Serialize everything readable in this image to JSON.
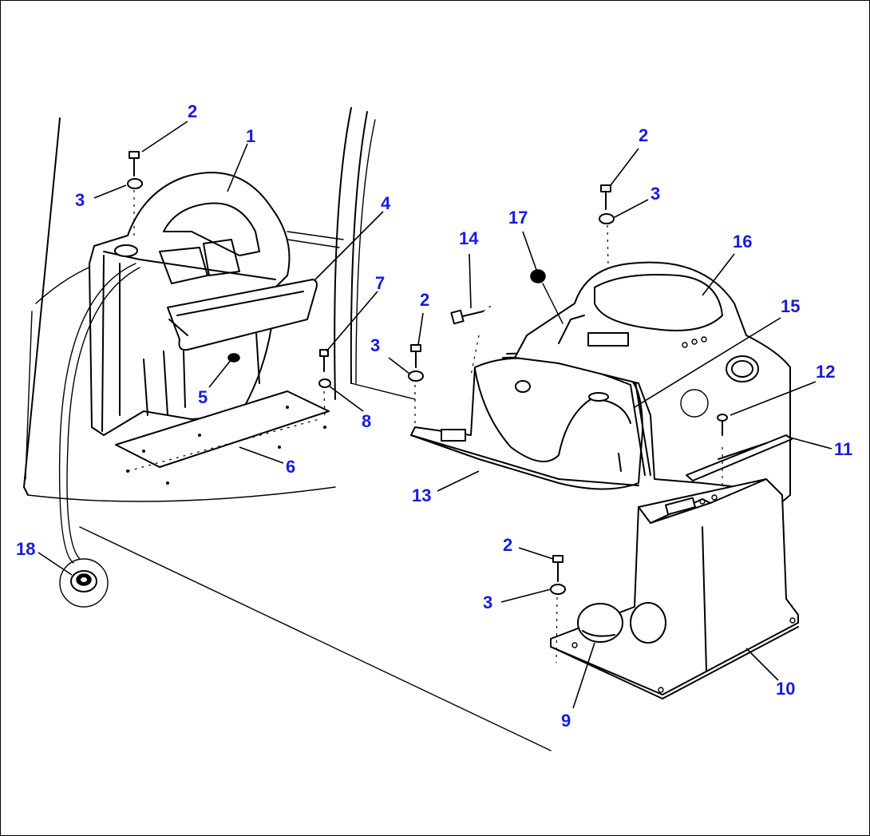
{
  "diagram": {
    "callouts": [
      {
        "id": "c1",
        "text": "1"
      },
      {
        "id": "c2a",
        "text": "2"
      },
      {
        "id": "c3a",
        "text": "3"
      },
      {
        "id": "c4",
        "text": "4"
      },
      {
        "id": "c5",
        "text": "5"
      },
      {
        "id": "c6",
        "text": "6"
      },
      {
        "id": "c7",
        "text": "7"
      },
      {
        "id": "c8",
        "text": "8"
      },
      {
        "id": "c2b",
        "text": "2"
      },
      {
        "id": "c3b",
        "text": "3"
      },
      {
        "id": "c14",
        "text": "14"
      },
      {
        "id": "c17",
        "text": "17"
      },
      {
        "id": "c2c",
        "text": "2"
      },
      {
        "id": "c3c",
        "text": "3"
      },
      {
        "id": "c16",
        "text": "16"
      },
      {
        "id": "c15",
        "text": "15"
      },
      {
        "id": "c12",
        "text": "12"
      },
      {
        "id": "c11",
        "text": "11"
      },
      {
        "id": "c13",
        "text": "13"
      },
      {
        "id": "c18",
        "text": "18"
      },
      {
        "id": "c2d",
        "text": "2"
      },
      {
        "id": "c3d",
        "text": "3"
      },
      {
        "id": "c10",
        "text": "10"
      },
      {
        "id": "c9",
        "text": "9"
      }
    ]
  }
}
